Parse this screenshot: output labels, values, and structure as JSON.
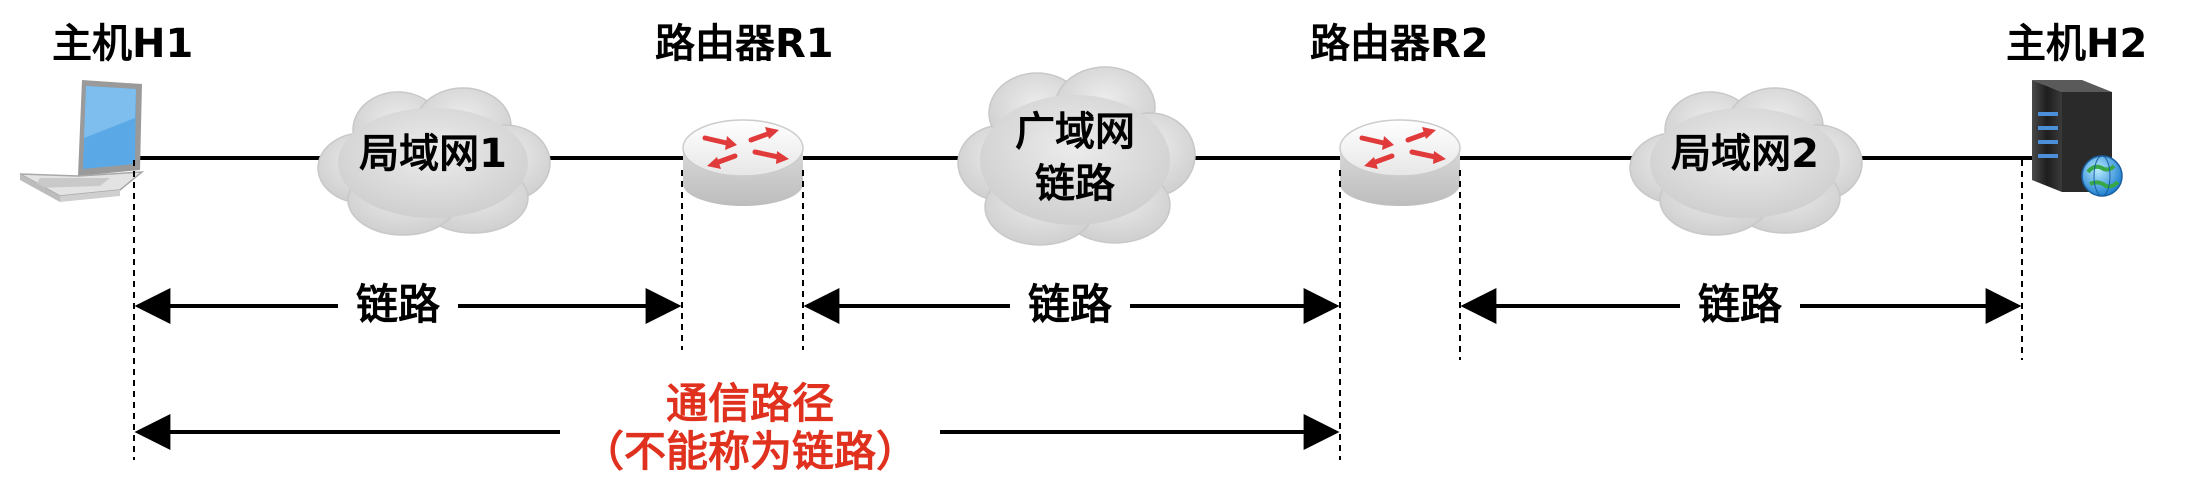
{
  "nodes": {
    "host1": "主机H1",
    "router1": "路由器R1",
    "router2": "路由器R2",
    "host2": "主机H2"
  },
  "clouds": {
    "lan1": "局域网1",
    "wan_line1": "广域网",
    "wan_line2": "链路",
    "lan2": "局域网2"
  },
  "links": {
    "link1": "链路",
    "link2": "链路",
    "link3": "链路"
  },
  "path": {
    "line1": "通信路径",
    "line2": "（不能称为链路）"
  },
  "colors": {
    "line": "#000000",
    "accent_red": "#e0301e",
    "cloud_fill": "#d9d9d9",
    "laptop_screen": "#5aa9e6",
    "server_body": "#2b2b2b"
  }
}
